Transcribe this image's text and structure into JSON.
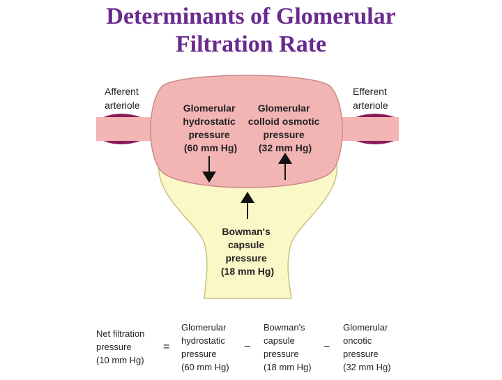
{
  "title": {
    "line1": "Determinants of Glomerular",
    "line2": "Filtration Rate"
  },
  "diagram": {
    "afferent": [
      "Afferent",
      "arteriole"
    ],
    "efferent": [
      "Efferent",
      "arteriole"
    ],
    "glomerular_hydrostatic": [
      "Glomerular",
      "hydrostatic",
      "pressure",
      "(60 mm Hg)"
    ],
    "glomerular_colloid": [
      "Glomerular",
      "colloid osmotic",
      "pressure",
      "(32 mm Hg)"
    ],
    "bowman_capsule": [
      "Bowman's",
      "capsule",
      "pressure",
      "(18 mm Hg)"
    ],
    "colors": {
      "glomerulus_fill": "#f3b4b4",
      "glomerulus_stroke": "#c98a8a",
      "capsule_fill": "#fbf8c8",
      "capsule_stroke": "#c9c27a",
      "vessel_wall": "#8b1d5a"
    }
  },
  "equation": {
    "net": [
      "Net filtration",
      "pressure",
      "(10 mm Hg)"
    ],
    "equals": "=",
    "term1": [
      "Glomerular",
      "hydrostatic",
      "pressure",
      "(60 mm Hg)"
    ],
    "minus1": "−",
    "term2": [
      "Bowman's",
      "capsule",
      "pressure",
      "(18 mm Hg)"
    ],
    "minus2": "−",
    "term3": [
      "Glomerular",
      "oncotic",
      "pressure",
      "(32 mm Hg)"
    ]
  }
}
